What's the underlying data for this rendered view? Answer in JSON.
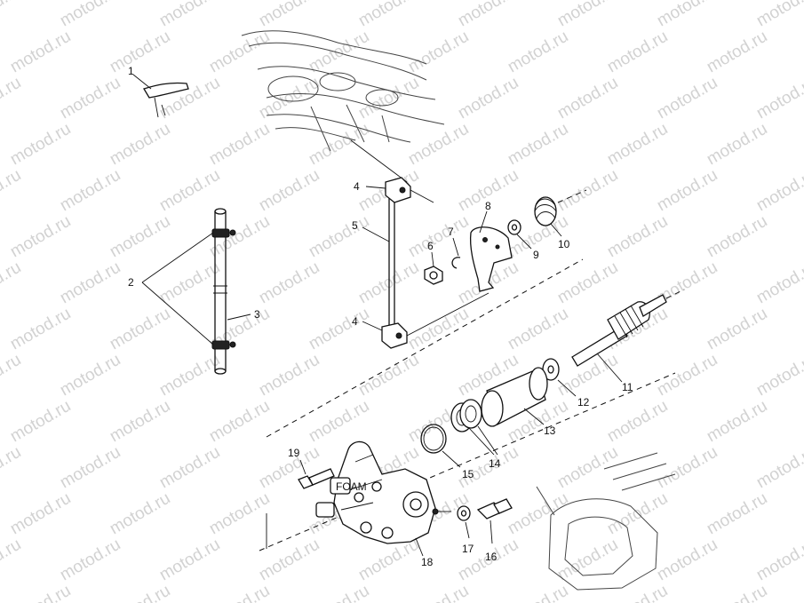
{
  "watermark": {
    "text": "motod.ru",
    "color": "#d2d2d2"
  },
  "diagram": {
    "callouts": [
      {
        "id": "1",
        "text": "1"
      },
      {
        "id": "2",
        "text": "2"
      },
      {
        "id": "3",
        "text": "3"
      },
      {
        "id": "4a",
        "text": "4"
      },
      {
        "id": "4b",
        "text": "4"
      },
      {
        "id": "5",
        "text": "5"
      },
      {
        "id": "6",
        "text": "6"
      },
      {
        "id": "7",
        "text": "7"
      },
      {
        "id": "8",
        "text": "8"
      },
      {
        "id": "9",
        "text": "9"
      },
      {
        "id": "10",
        "text": "10"
      },
      {
        "id": "11",
        "text": "11"
      },
      {
        "id": "12",
        "text": "12"
      },
      {
        "id": "13",
        "text": "13"
      },
      {
        "id": "14",
        "text": "14"
      },
      {
        "id": "15",
        "text": "15"
      },
      {
        "id": "16",
        "text": "16"
      },
      {
        "id": "17",
        "text": "17"
      },
      {
        "id": "18",
        "text": "18"
      },
      {
        "id": "19",
        "text": "19"
      }
    ],
    "pump_body_text": "FOAM"
  }
}
